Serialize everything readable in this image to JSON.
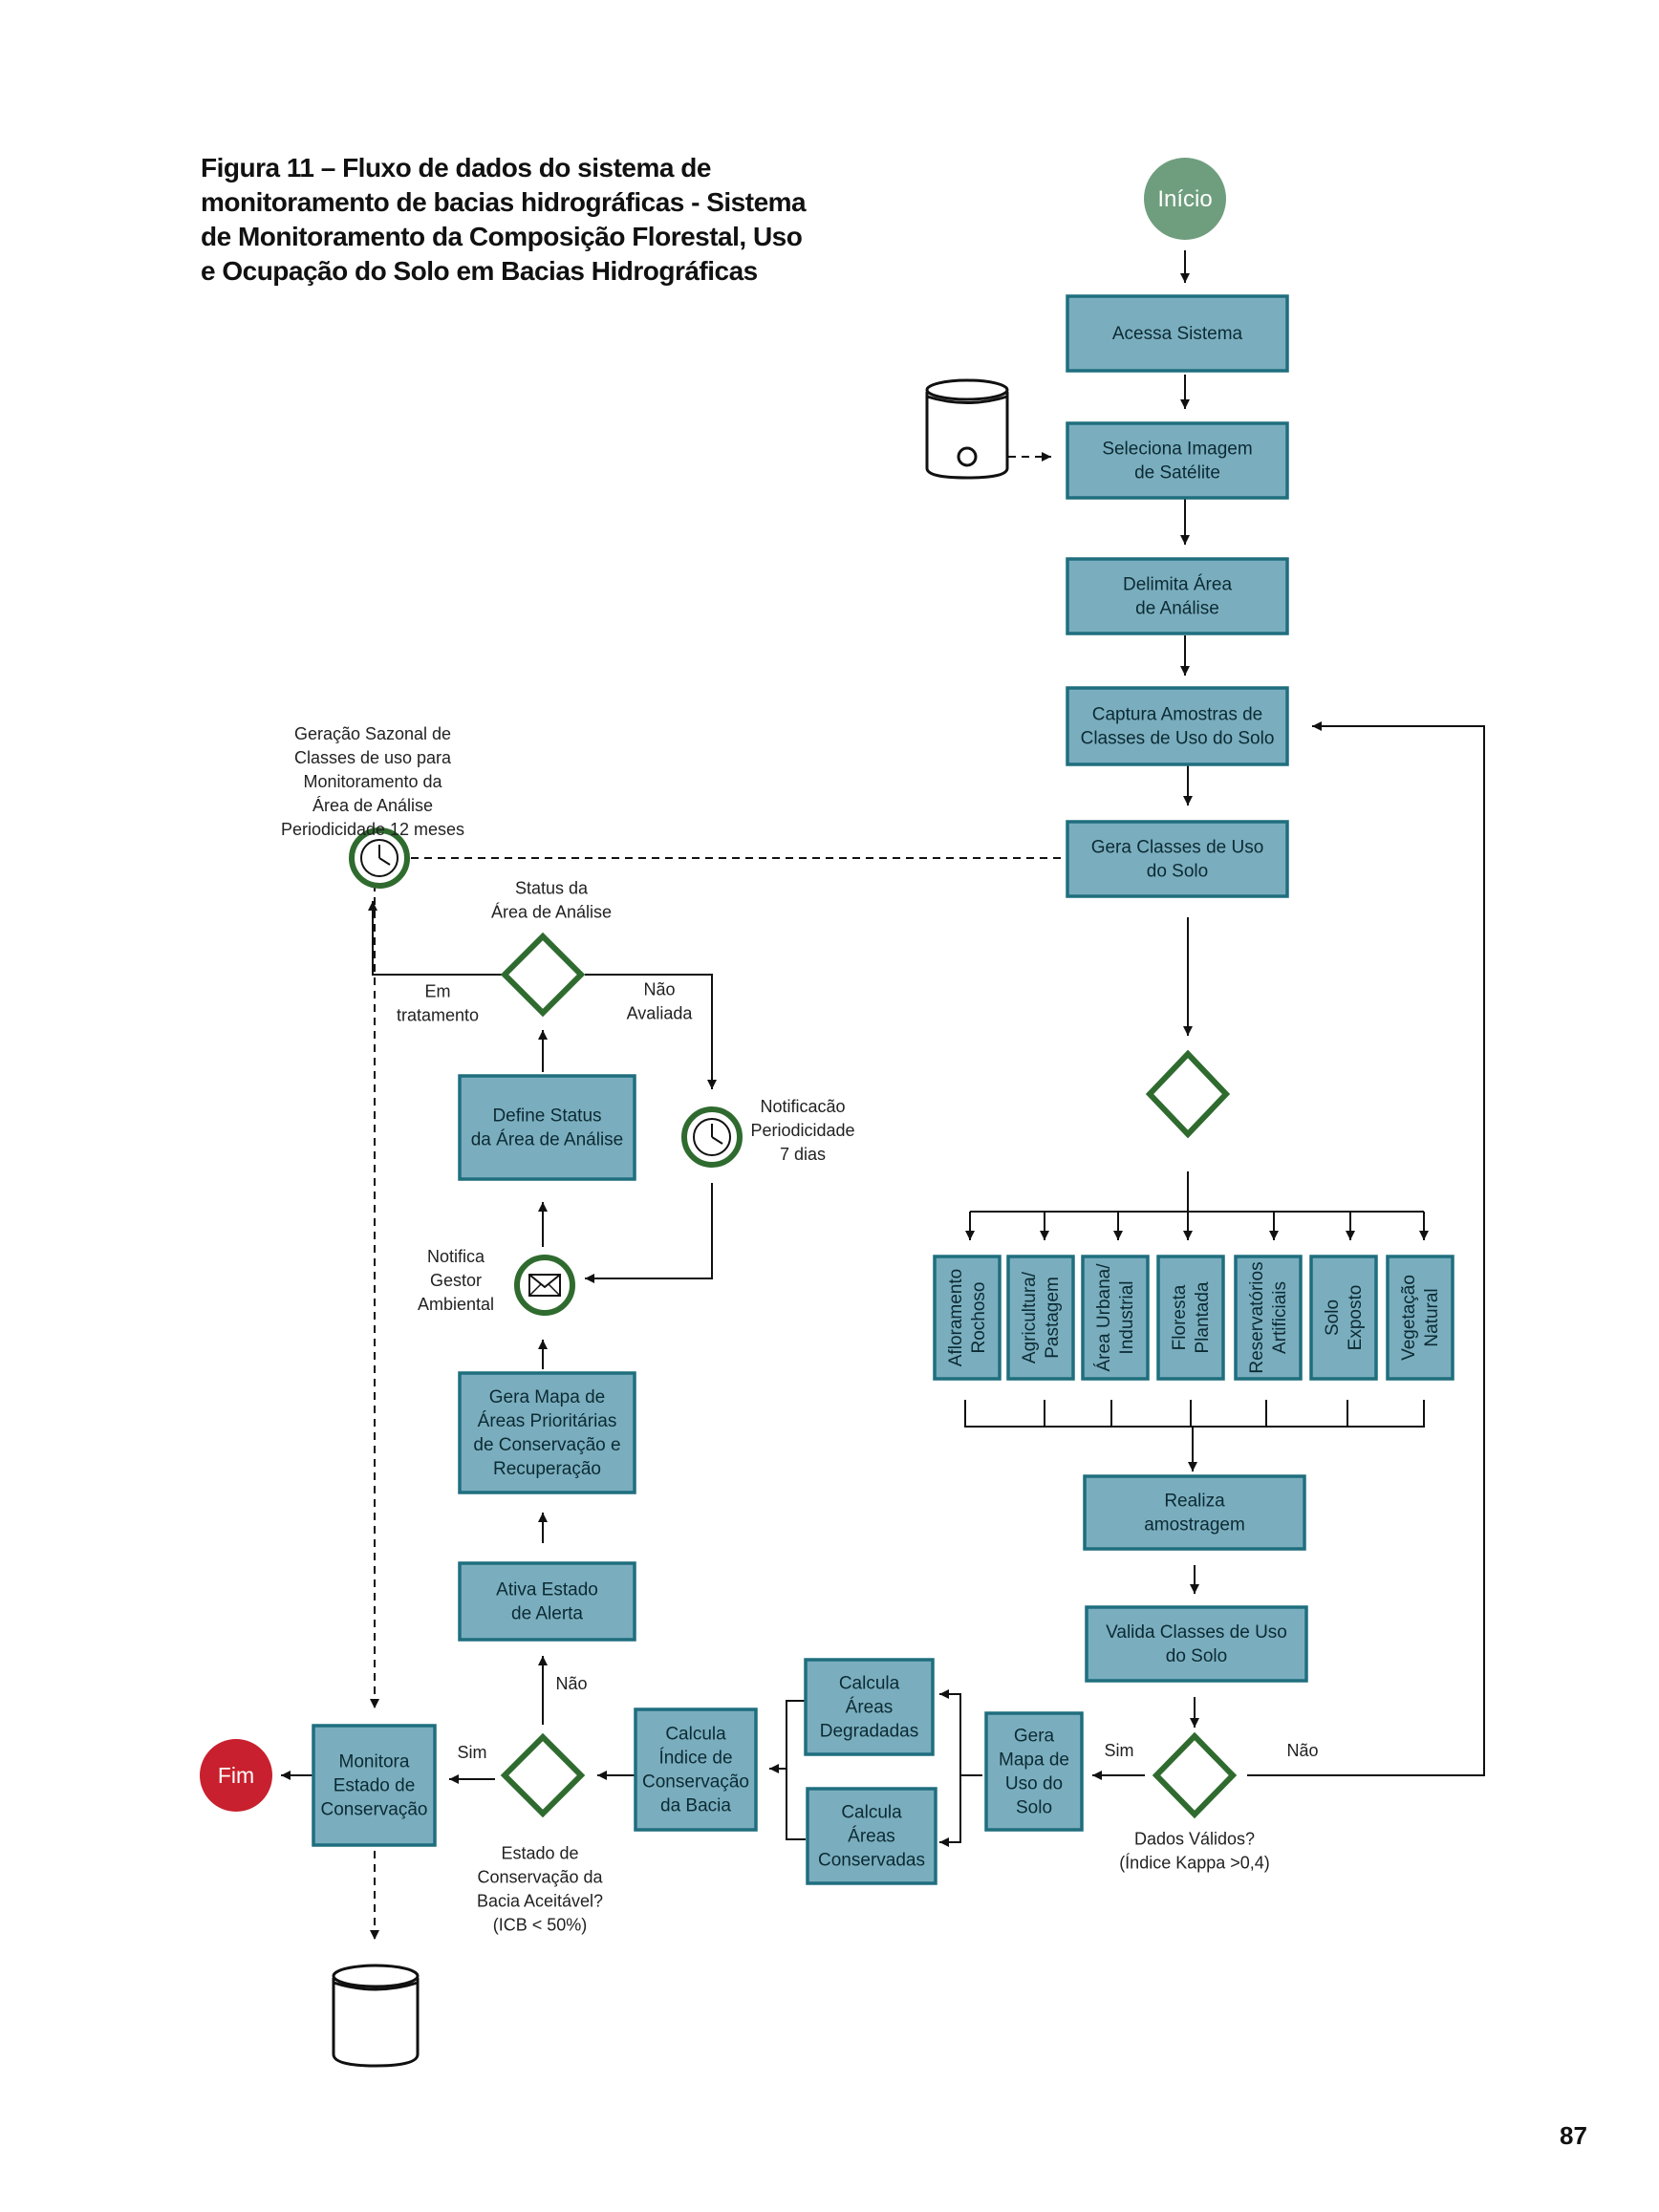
{
  "title": "Figura 11 – Fluxo de dados do sistema de monitoramento de bacias hidrográficas - Sistema de  Monitoramento da Composição Florestal, Uso e Ocupação do Solo em Bacias Hidrográficas",
  "page_number": "87",
  "start_label": "Início",
  "end_label": "Fim",
  "boxes": {
    "acessa": [
      "Acessa Sistema"
    ],
    "seleciona": [
      "Seleciona Imagem",
      "de Satélite"
    ],
    "delimita": [
      "Delimita Área",
      "de Análise"
    ],
    "captura": [
      "Captura Amostras de",
      "Classes de Uso do Solo"
    ],
    "gera_classes": [
      "Gera Classes de Uso",
      "do Solo"
    ],
    "realiza": [
      "Realiza",
      "amostragem"
    ],
    "valida": [
      "Valida Classes de Uso",
      "do Solo"
    ],
    "gera_mapa_uso": [
      "Gera",
      "Mapa de",
      "Uso do",
      "Solo"
    ],
    "calcula_degradadas": [
      "Calcula",
      "Áreas",
      "Degradadas"
    ],
    "calcula_conservadas": [
      "Calcula",
      "Áreas",
      "Conservadas"
    ],
    "calcula_indice": [
      "Calcula",
      "Índice de",
      "Conservação",
      "da Bacia"
    ],
    "monitora": [
      "Monitora",
      "Estado de",
      "Conservação"
    ],
    "ativa": [
      "Ativa Estado",
      "de Alerta"
    ],
    "gera_mapa_prior": [
      "Gera Mapa de",
      "Áreas Prioritárias",
      "de Conservação e",
      "Recuperação"
    ],
    "define_status": [
      "Define Status",
      "da Área de Análise"
    ]
  },
  "classes": [
    [
      "Afloramento",
      "Rochoso"
    ],
    [
      "Agricultura/",
      "Pastagem"
    ],
    [
      "Área Urbana/",
      "Industrial"
    ],
    [
      "Floresta",
      "Plantada"
    ],
    [
      "Reservatórios",
      "Artificiais"
    ],
    [
      "Solo",
      "Exposto"
    ],
    [
      "Vegetação",
      "Natural"
    ]
  ],
  "labels": {
    "geracao": [
      "Geração Sazonal de",
      "Classes de uso para",
      "Monitoramento da",
      "Área de Análise",
      "Periodicidade 12 meses"
    ],
    "status_area": [
      "Status da",
      "Área de Análise"
    ],
    "em_tratamento": [
      "Em",
      "tratamento"
    ],
    "nao_avaliada": [
      "Não",
      "Avaliada"
    ],
    "notificacao": [
      "Notificacão",
      "Periodicidade",
      "7 dias"
    ],
    "notifica_gestor": [
      "Notifica",
      "Gestor",
      "Ambiental"
    ],
    "nao_alerta": "Não",
    "sim_left": "Sim",
    "estado_conservacao": [
      "Estado de",
      "Conservação da",
      "Bacia Aceitável?",
      "(ICB < 50%)"
    ],
    "sim_right": "Sim",
    "nao_right": "Não",
    "dados_validos": [
      "Dados Válidos?",
      "(Índice Kappa >0,4)"
    ]
  },
  "colors": {
    "box_fill": "#7aaebe",
    "box_border": "#1f6e7e",
    "start_fill": "#6f9e7e",
    "end_fill": "#c8202e",
    "diamond_border": "#2f6b2f",
    "event_border": "#2f6b2f"
  }
}
